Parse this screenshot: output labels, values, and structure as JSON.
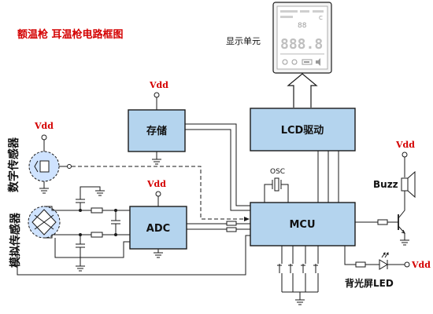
{
  "title": "额温枪 耳温枪电路框图",
  "blocks": {
    "storage": "存储",
    "lcd_driver": "LCD驱动",
    "adc": "ADC",
    "mcu": "MCU"
  },
  "labels": {
    "display_unit": "显示单元",
    "digital_sensor": "数字传感器",
    "analog_sensor": "模拟传感器",
    "osc": "OSC",
    "buzz": "Buzz",
    "backlight": "背光屏LED"
  },
  "vdd": "Vdd",
  "lcd_digits": "888.8",
  "lcd_small_digits": "88",
  "lcd_unit": "C",
  "colors": {
    "block_fill": "#b4d4ee",
    "supply_label": "#d40000",
    "title": "#d40000"
  }
}
